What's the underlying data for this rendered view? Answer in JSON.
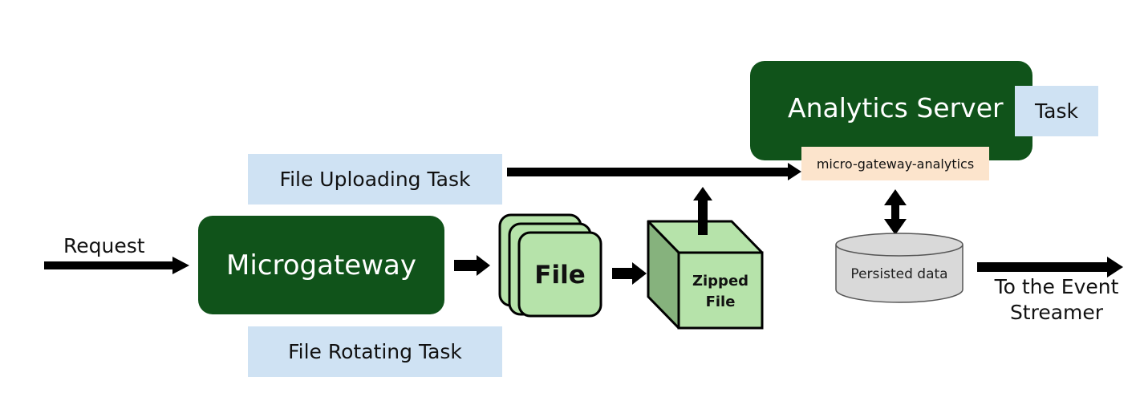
{
  "nodes": {
    "microgateway": "Microgateway",
    "analytics_server": "Analytics Server",
    "task_badge": "Task",
    "analytics_app_label": "micro-gateway-analytics",
    "file_uploading_task": "File Uploading Task",
    "file_rotating_task": "File Rotating Task",
    "file": "File",
    "zipped_file_line1": "Zipped",
    "zipped_file_line2": "File",
    "persisted_data": "Persisted data"
  },
  "labels": {
    "request": "Request",
    "event_streamer_line1": "To the Event",
    "event_streamer_line2": "Streamer"
  },
  "colors": {
    "dark_green": "#10531a",
    "light_blue": "#cfe2f3",
    "peach": "#fce4cc",
    "file_green": "#b6e3aa",
    "cube_side": "#86b27d",
    "cylinder": "#d9d9d9",
    "arrow": "#000000"
  }
}
